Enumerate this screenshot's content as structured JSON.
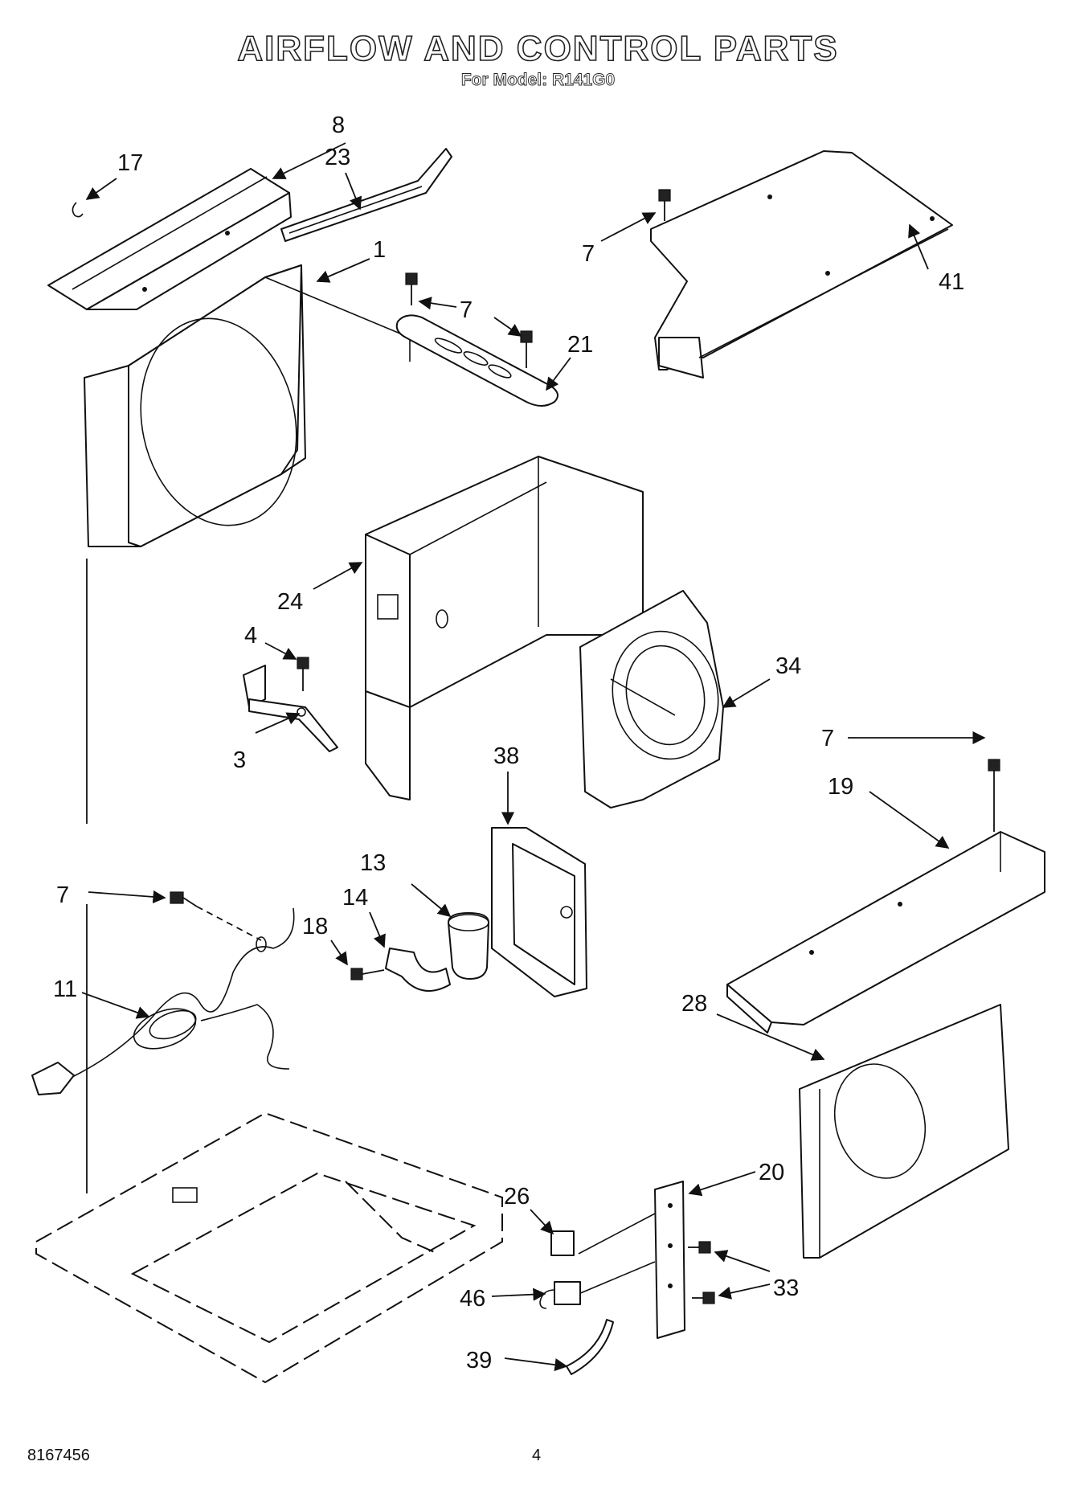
{
  "header": {
    "title": "AIRFLOW AND CONTROL PARTS",
    "subtitle": "For Model: R141G0"
  },
  "footer": {
    "doc_number": "8167456",
    "page_number": "4"
  },
  "callouts": {
    "c1": "1",
    "c3": "3",
    "c4": "4",
    "c7a": "7",
    "c7b": "7",
    "c7c": "7",
    "c7d": "7",
    "c8": "8",
    "c11": "11",
    "c13": "13",
    "c14": "14",
    "c17": "17",
    "c18": "18",
    "c19": "19",
    "c20": "20",
    "c21": "21",
    "c23": "23",
    "c24": "24",
    "c26": "26",
    "c28": "28",
    "c33": "33",
    "c34": "34",
    "c38": "38",
    "c39": "39",
    "c41": "41",
    "c46": "46"
  }
}
